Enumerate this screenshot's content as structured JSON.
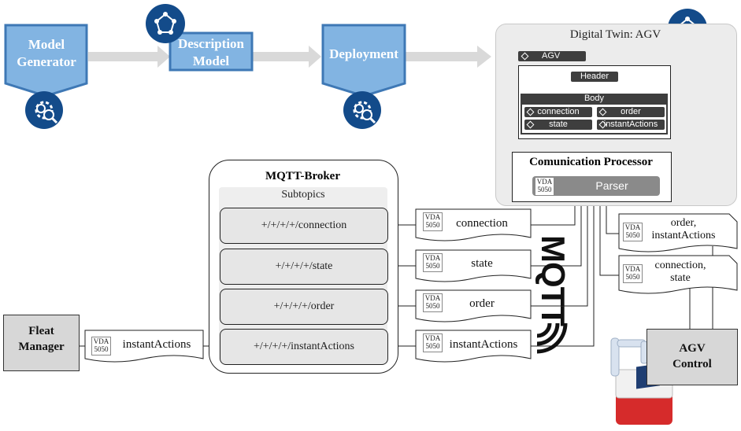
{
  "pipeline": {
    "model_generator": "Model Generator",
    "description_model": "Description Model",
    "deployment": "Deployment"
  },
  "digital_twin": {
    "title": "Digital Twin: AGV",
    "agv_label": "AGV",
    "header_label": "Header",
    "body_label": "Body",
    "messages": [
      "connection",
      "order",
      "state",
      "instantActions"
    ]
  },
  "processor": {
    "title": "Comunication Processor",
    "parser": "Parser"
  },
  "vda": {
    "line1": "VDA",
    "line2": "5050"
  },
  "broker": {
    "title": "MQTT-Broker",
    "subtopics_label": "Subtopics",
    "topics": [
      "+/+/+/+/connection",
      "+/+/+/+/state",
      "+/+/+/+/order",
      "+/+/+/+/instantActions"
    ]
  },
  "middle_messages": [
    "connection",
    "state",
    "order",
    "instantActions"
  ],
  "mqtt_logo": "MQTT",
  "right_messages": [
    "order, instantActions",
    "connection, state"
  ],
  "fleet_manager": {
    "label": "Fleat Manager",
    "message": "instantActions"
  },
  "agv_control": "AGV Control",
  "colors": {
    "blue_fill": "#82b4e2",
    "blue_stroke": "#3e78b5",
    "badge": "#134b8a",
    "gray": "#d7d7d7"
  }
}
